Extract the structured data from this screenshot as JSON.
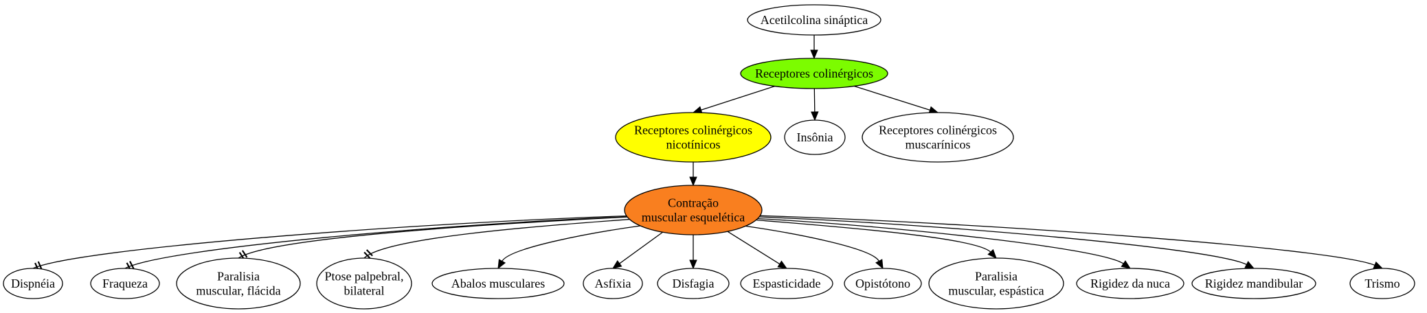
{
  "nodes": [
    {
      "id": "acetilcolina",
      "lines": [
        "Acetilcolina sináptica"
      ],
      "fill": "#ffffff"
    },
    {
      "id": "receptores",
      "lines": [
        "Receptores colinérgicos"
      ],
      "fill": "#7cfc00"
    },
    {
      "id": "nicotinicos",
      "lines": [
        "Receptores colinérgicos",
        "nicotínicos"
      ],
      "fill": "#ffff00"
    },
    {
      "id": "insonia",
      "lines": [
        "Insônia"
      ],
      "fill": "#ffffff"
    },
    {
      "id": "muscarinicos",
      "lines": [
        "Receptores colinérgicos",
        "muscarínicos"
      ],
      "fill": "#ffffff"
    },
    {
      "id": "contracao",
      "lines": [
        "Contração",
        "muscular esquelética"
      ],
      "fill": "#f97f1f"
    },
    {
      "id": "dispneia",
      "lines": [
        "Dispnéia"
      ],
      "fill": "#ffffff"
    },
    {
      "id": "fraqueza",
      "lines": [
        "Fraqueza"
      ],
      "fill": "#ffffff"
    },
    {
      "id": "paralisia-flacida",
      "lines": [
        "Paralisia",
        "muscular, flácida"
      ],
      "fill": "#ffffff"
    },
    {
      "id": "ptose",
      "lines": [
        "Ptose palpebral,",
        "bilateral"
      ],
      "fill": "#ffffff"
    },
    {
      "id": "abalos",
      "lines": [
        "Abalos musculares"
      ],
      "fill": "#ffffff"
    },
    {
      "id": "asfixia",
      "lines": [
        "Asfixia"
      ],
      "fill": "#ffffff"
    },
    {
      "id": "disfagia",
      "lines": [
        "Disfagia"
      ],
      "fill": "#ffffff"
    },
    {
      "id": "espasticidade",
      "lines": [
        "Espasticidade"
      ],
      "fill": "#ffffff"
    },
    {
      "id": "opistotono",
      "lines": [
        "Opistótono"
      ],
      "fill": "#ffffff"
    },
    {
      "id": "paralisia-espastica",
      "lines": [
        "Paralisia",
        "muscular, espástica"
      ],
      "fill": "#ffffff"
    },
    {
      "id": "rigidez-nuca",
      "lines": [
        "Rigidez da nuca"
      ],
      "fill": "#ffffff"
    },
    {
      "id": "rigidez-mandibular",
      "lines": [
        "Rigidez mandibular"
      ],
      "fill": "#ffffff"
    },
    {
      "id": "trismo",
      "lines": [
        "Trismo"
      ],
      "fill": "#ffffff"
    }
  ],
  "edges": [
    {
      "from": "acetilcolina",
      "to": "receptores",
      "type": "arrow"
    },
    {
      "from": "receptores",
      "to": "nicotinicos",
      "type": "arrow"
    },
    {
      "from": "receptores",
      "to": "insonia",
      "type": "arrow"
    },
    {
      "from": "receptores",
      "to": "muscarinicos",
      "type": "arrow"
    },
    {
      "from": "nicotinicos",
      "to": "contracao",
      "type": "arrow"
    },
    {
      "from": "contracao",
      "to": "dispneia",
      "type": "tee"
    },
    {
      "from": "contracao",
      "to": "fraqueza",
      "type": "tee"
    },
    {
      "from": "contracao",
      "to": "paralisia-flacida",
      "type": "tee"
    },
    {
      "from": "contracao",
      "to": "ptose",
      "type": "tee"
    },
    {
      "from": "contracao",
      "to": "abalos",
      "type": "arrow"
    },
    {
      "from": "contracao",
      "to": "asfixia",
      "type": "arrow"
    },
    {
      "from": "contracao",
      "to": "disfagia",
      "type": "arrow"
    },
    {
      "from": "contracao",
      "to": "espasticidade",
      "type": "arrow"
    },
    {
      "from": "contracao",
      "to": "opistotono",
      "type": "arrow"
    },
    {
      "from": "contracao",
      "to": "paralisia-espastica",
      "type": "arrow"
    },
    {
      "from": "contracao",
      "to": "rigidez-nuca",
      "type": "arrow"
    },
    {
      "from": "contracao",
      "to": "rigidez-mandibular",
      "type": "arrow"
    },
    {
      "from": "contracao",
      "to": "trismo",
      "type": "arrow"
    }
  ]
}
